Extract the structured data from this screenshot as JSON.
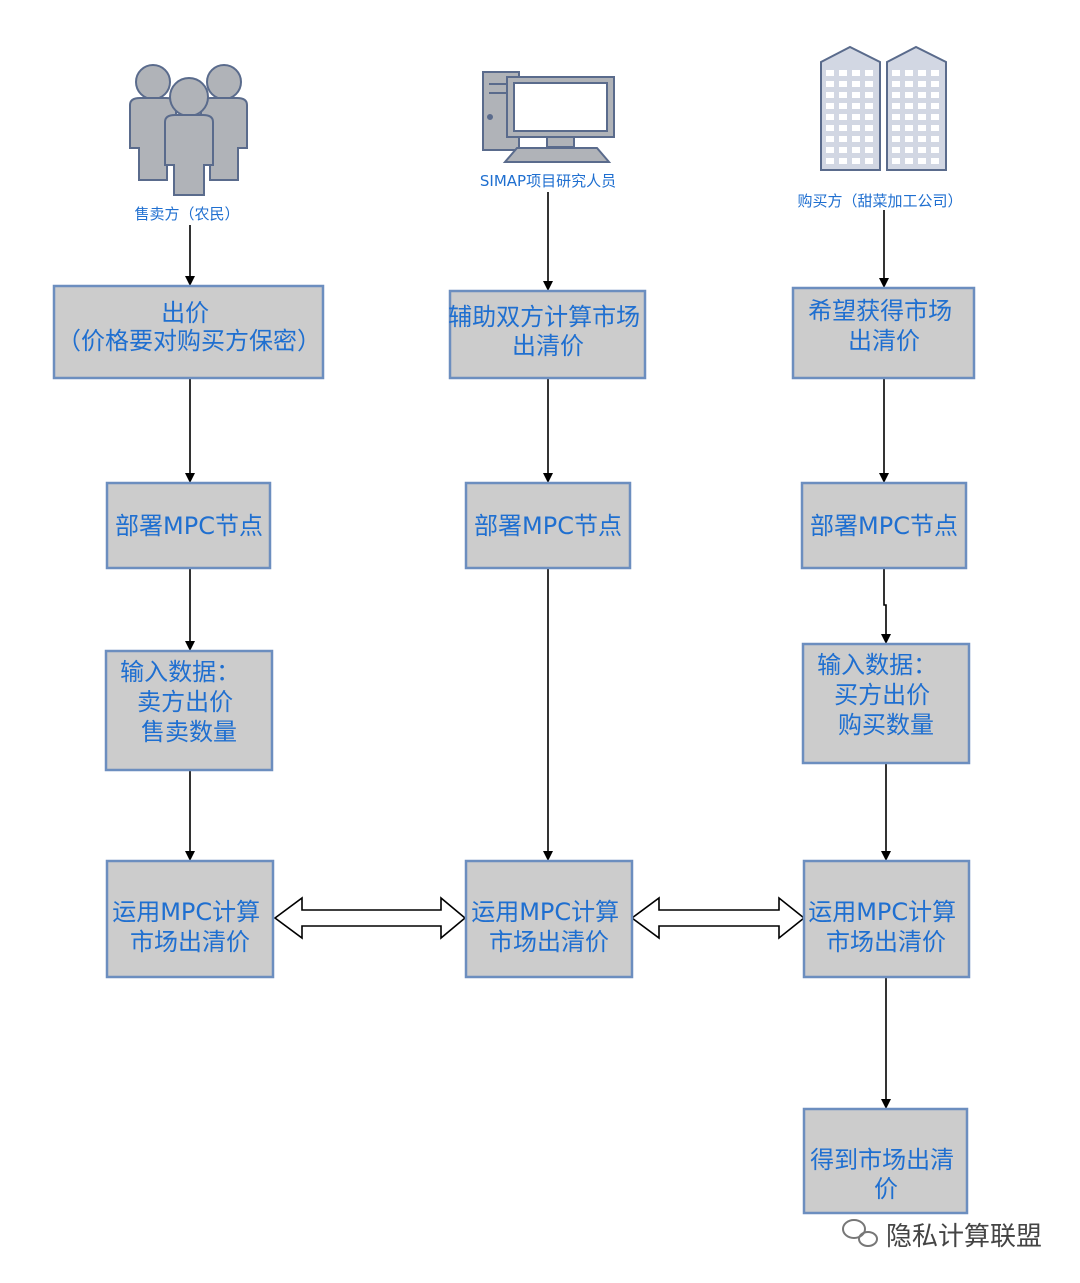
{
  "actors": {
    "seller_label": "售卖方（农民）",
    "researcher_label": "SIMAP项目研究人员",
    "buyer_label": "购买方（甜菜加工公司）"
  },
  "seller": {
    "step1": [
      "出价",
      "（价格要对购买方保密）"
    ],
    "step2": [
      "部署MPC节点"
    ],
    "step3": [
      "输入数据：",
      "卖方出价",
      "售卖数量"
    ],
    "step4": [
      "运用MPC计算",
      "市场出清价"
    ]
  },
  "researcher": {
    "step1": [
      "辅助双方计算市场",
      "出清价"
    ],
    "step2": [
      "部署MPC节点"
    ],
    "step4": [
      "运用MPC计算",
      "市场出清价"
    ]
  },
  "buyer": {
    "step1": [
      "希望获得市场",
      "出清价"
    ],
    "step2": [
      "部署MPC节点"
    ],
    "step3": [
      "输入数据：",
      "买方出价",
      "购买数量"
    ],
    "step4": [
      "运用MPC计算",
      "市场出清价"
    ],
    "step5": [
      "得到市场出清",
      "价"
    ]
  },
  "watermark": "隐私计算联盟",
  "colors": {
    "box_fill": "#cccccc",
    "box_stroke": "#6c8ebf",
    "text": "#1f6fd0",
    "icon_fill": "#b0b3b8",
    "icon_stroke": "#5a6b8c",
    "building_fill": "#d2d7e3"
  }
}
